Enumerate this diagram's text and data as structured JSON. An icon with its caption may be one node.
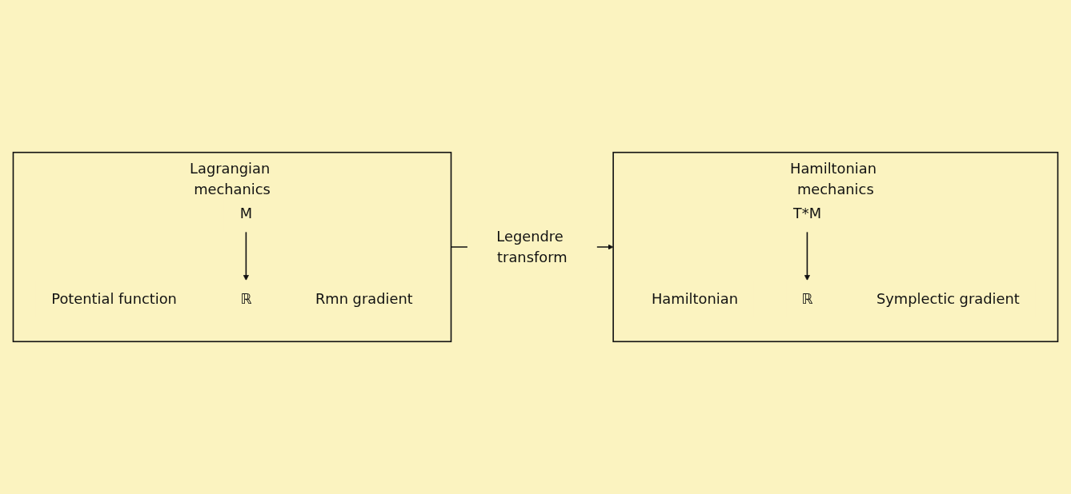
{
  "diagram": {
    "nodes": [
      {
        "text": [
          "Lagrangian mechanics"
        ]
      },
      {
        "text": [
          "Potential function"
        ],
        "in": 0
      },
      {
        "text": [
          "M"
        ],
        "in": 0
      },
      {
        "text": [
          "ℝ"
        ],
        "in": 0
      },
      {
        "text": [
          "Rmn gradient"
        ],
        "in": 0
      },
      {
        "text": [
          "Hamiltonian mechanics"
        ]
      },
      {
        "text": [
          "Hamiltonian"
        ],
        "in": 5
      },
      {
        "text": [
          "T*M"
        ],
        "in": 5
      },
      {
        "text": [
          "ℝ"
        ],
        "in": 5
      },
      {
        "text": [
          "Symplectic gradient"
        ],
        "in": 5
      }
    ],
    "edges": [
      {
        "from": 2,
        "to": 3,
        "arrow": "to"
      },
      {
        "from": 0,
        "to": 5,
        "arrow": "to",
        "label": "Legendre transform"
      },
      {
        "from": 7,
        "to": 8,
        "arrow": "to"
      }
    ]
  }
}
